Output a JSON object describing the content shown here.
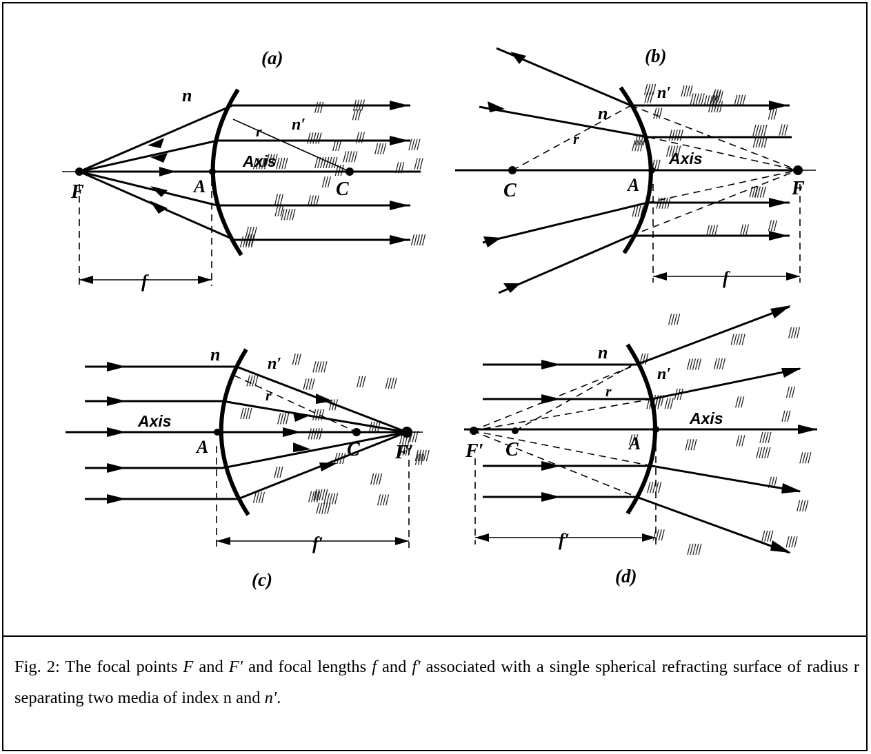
{
  "panels": {
    "a": {
      "label": "(a)",
      "index_left": "n",
      "index_right": "n′",
      "radius": "r",
      "axis": "Axis",
      "vertex": "A",
      "center": "C",
      "focus": "F",
      "focal_length": "f"
    },
    "b": {
      "label": "(b)",
      "index_left": "n",
      "index_right": "n′",
      "radius": "r",
      "axis": "Axis",
      "vertex": "A",
      "center": "C",
      "focus": "F",
      "focal_length": "f"
    },
    "c": {
      "label": "(c)",
      "index_left": "n",
      "index_right": "n′",
      "radius": "r",
      "axis": "Axis",
      "vertex": "A",
      "center": "C",
      "focus": "F′",
      "focal_length": "f′"
    },
    "d": {
      "label": "(d)",
      "index_left": "n",
      "index_right": "n′",
      "radius": "r",
      "axis": "Axis",
      "vertex": "A",
      "center": "C",
      "focus": "F′",
      "focal_length": "f′"
    }
  },
  "caption": {
    "p1": "Fig. 2: The focal points ",
    "F": "F",
    "p2": " and ",
    "Fp": "F′",
    "p3": " and focal lengths ",
    "f": "f",
    "p4": " and ",
    "fp": "f′",
    "p5": " associated with a single spherical refracting surface of radius r separating two media of index n and ",
    "np": "n′",
    "p6": "."
  }
}
